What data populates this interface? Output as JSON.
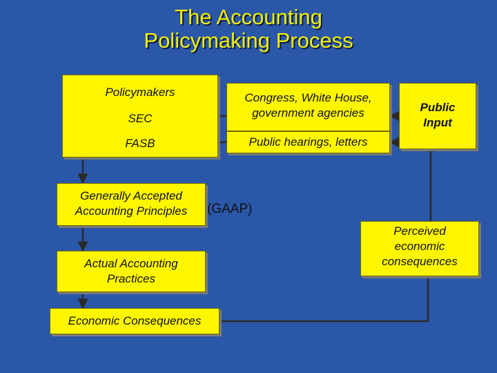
{
  "title": {
    "line1": "The Accounting",
    "line2": "Policymaking Process"
  },
  "policymakers": {
    "heading": "Policymakers",
    "item1": "SEC",
    "item2": "FASB"
  },
  "congress": {
    "line1": "Congress, White House,",
    "line2": "government agencies"
  },
  "hearings": "Public hearings, letters",
  "public_input": {
    "line1": "Public",
    "line2": "Input"
  },
  "gaap": {
    "line1": "Generally Accepted",
    "line2": "Accounting Principles",
    "abbrev": "(GAAP)"
  },
  "practices": {
    "line1": "Actual Accounting",
    "line2": "Practices"
  },
  "econ": "Economic Consequences",
  "perceived": {
    "line1": "Perceived",
    "line2": "economic",
    "line3": "consequences"
  },
  "colors": {
    "background": "#2b57a8",
    "box": "#fdf600",
    "title": "#f2ef00"
  }
}
